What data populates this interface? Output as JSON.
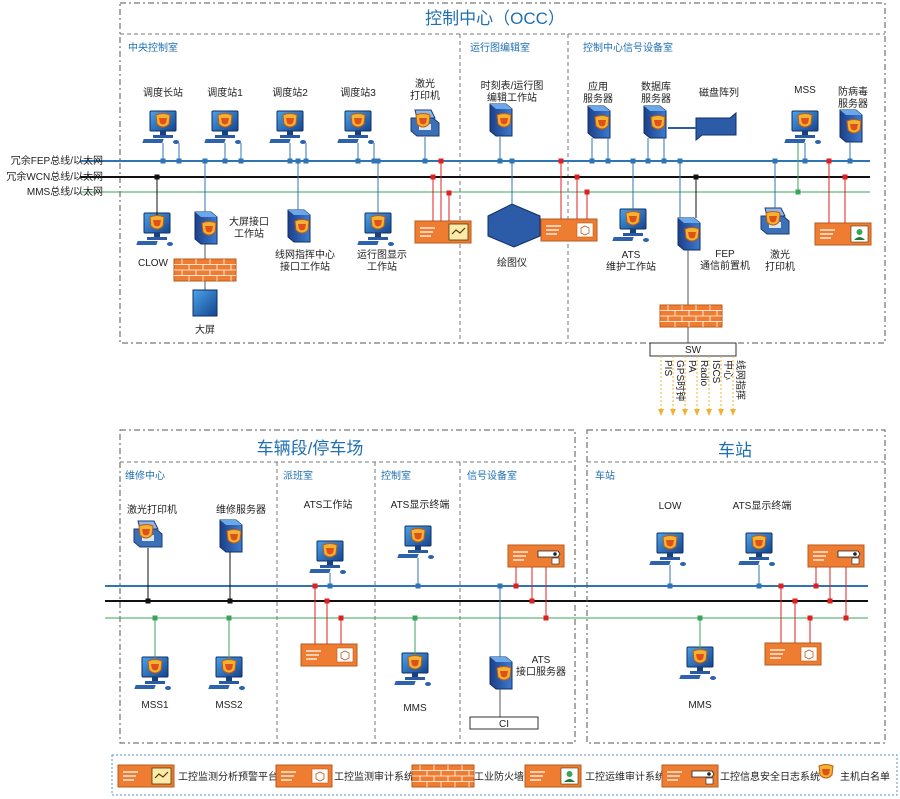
{
  "occ": {
    "title": "控制中心（OCC）",
    "central_room": "中央控制室",
    "schedule_room": "运行图编辑室",
    "signal_room": "控制中心信号设备室",
    "bus_labels": [
      "冗余FEP总线/以太网",
      "冗余WCN总线/以太网",
      "MMS总线/以太网"
    ],
    "devices": {
      "chief": "调度长站",
      "d1": "调度站1",
      "d2": "调度站2",
      "d3": "调度站3",
      "laser1": [
        "激光",
        "打印机"
      ],
      "timetable": [
        "时刻表/运行图",
        "编辑工作站"
      ],
      "app_server": [
        "应用",
        "服务器"
      ],
      "db_server": [
        "数据库",
        "服务器"
      ],
      "disk_array": "磁盘阵列",
      "mss": "MSS",
      "antivirus": [
        "防病毒",
        "服务器"
      ],
      "clow": "CLOW",
      "big_iface": [
        "大屏接口",
        "工作站"
      ],
      "big_screen": "大屏",
      "line_net": [
        "线网指挥中心",
        "接口工作站"
      ],
      "chart_display": [
        "运行图显示",
        "工作站"
      ],
      "plotter": "绘图仪",
      "ats_maint": [
        "ATS",
        "维护工作站"
      ],
      "fep": [
        "FEP",
        "通信前置机"
      ],
      "laser2": [
        "激光",
        "打印机"
      ]
    },
    "sw": "SW",
    "sw_outputs": [
      "PIS",
      "GPS时钟",
      "PA",
      "Radio",
      "ISCS",
      "中心",
      "线网指挥"
    ]
  },
  "depot": {
    "title": "车辆段/停车场",
    "maint_center": "维修中心",
    "dispatch_room": "派班室",
    "control_room": "控制室",
    "signal_room": "信号设备室",
    "devices": {
      "laser": "激光打印机",
      "maint_server": "维修服务器",
      "ats_ws": "ATS工作站",
      "ats_display": "ATS显示终端",
      "mss1": "MSS1",
      "mss2": "MSS2",
      "mms": "MMS",
      "ats_iface": [
        "ATS",
        "接口服务器"
      ],
      "ci": "CI"
    }
  },
  "station": {
    "title": "车站",
    "sub": "车站",
    "devices": {
      "low": "LOW",
      "ats_display": "ATS显示终端",
      "mms": "MMS"
    }
  },
  "legend": {
    "items": [
      "工控监测分析预警平台",
      "工控监测审计系统",
      "工业防火墙",
      "工控运维审计系统",
      "工控信息安全日志系统",
      "主机白名单"
    ]
  },
  "colors": {
    "fep_bus": "#2f74b5",
    "wcn_bus": "#111111",
    "mms_bus": "#3aa55a",
    "security": "#ee7d31",
    "alarm": "#e02020",
    "arrow": "#f2b233"
  },
  "chart_data": {
    "type": "table",
    "nodes": [
      "调度长站",
      "调度站1",
      "调度站2",
      "调度站3",
      "激光打印机",
      "时刻表/运行图编辑工作站",
      "应用服务器",
      "数据库服务器",
      "磁盘阵列",
      "MSS",
      "防病毒服务器",
      "CLOW",
      "大屏接口工作站",
      "大屏",
      "线网指挥中心接口工作站",
      "运行图显示工作站",
      "绘图仪",
      "ATS维护工作站",
      "FEP通信前置机",
      "SW",
      "维修服务器",
      "ATS工作站",
      "ATS显示终端",
      "MSS1",
      "MSS2",
      "MMS",
      "ATS接口服务器",
      "CI",
      "LOW"
    ],
    "links": [
      [
        "FEP通信前置机",
        "SW"
      ],
      [
        "SW",
        "PIS"
      ],
      [
        "SW",
        "GPS时钟"
      ],
      [
        "SW",
        "PA"
      ],
      [
        "SW",
        "Radio"
      ],
      [
        "SW",
        "ISCS"
      ],
      [
        "ATS接口服务器",
        "CI"
      ]
    ]
  }
}
